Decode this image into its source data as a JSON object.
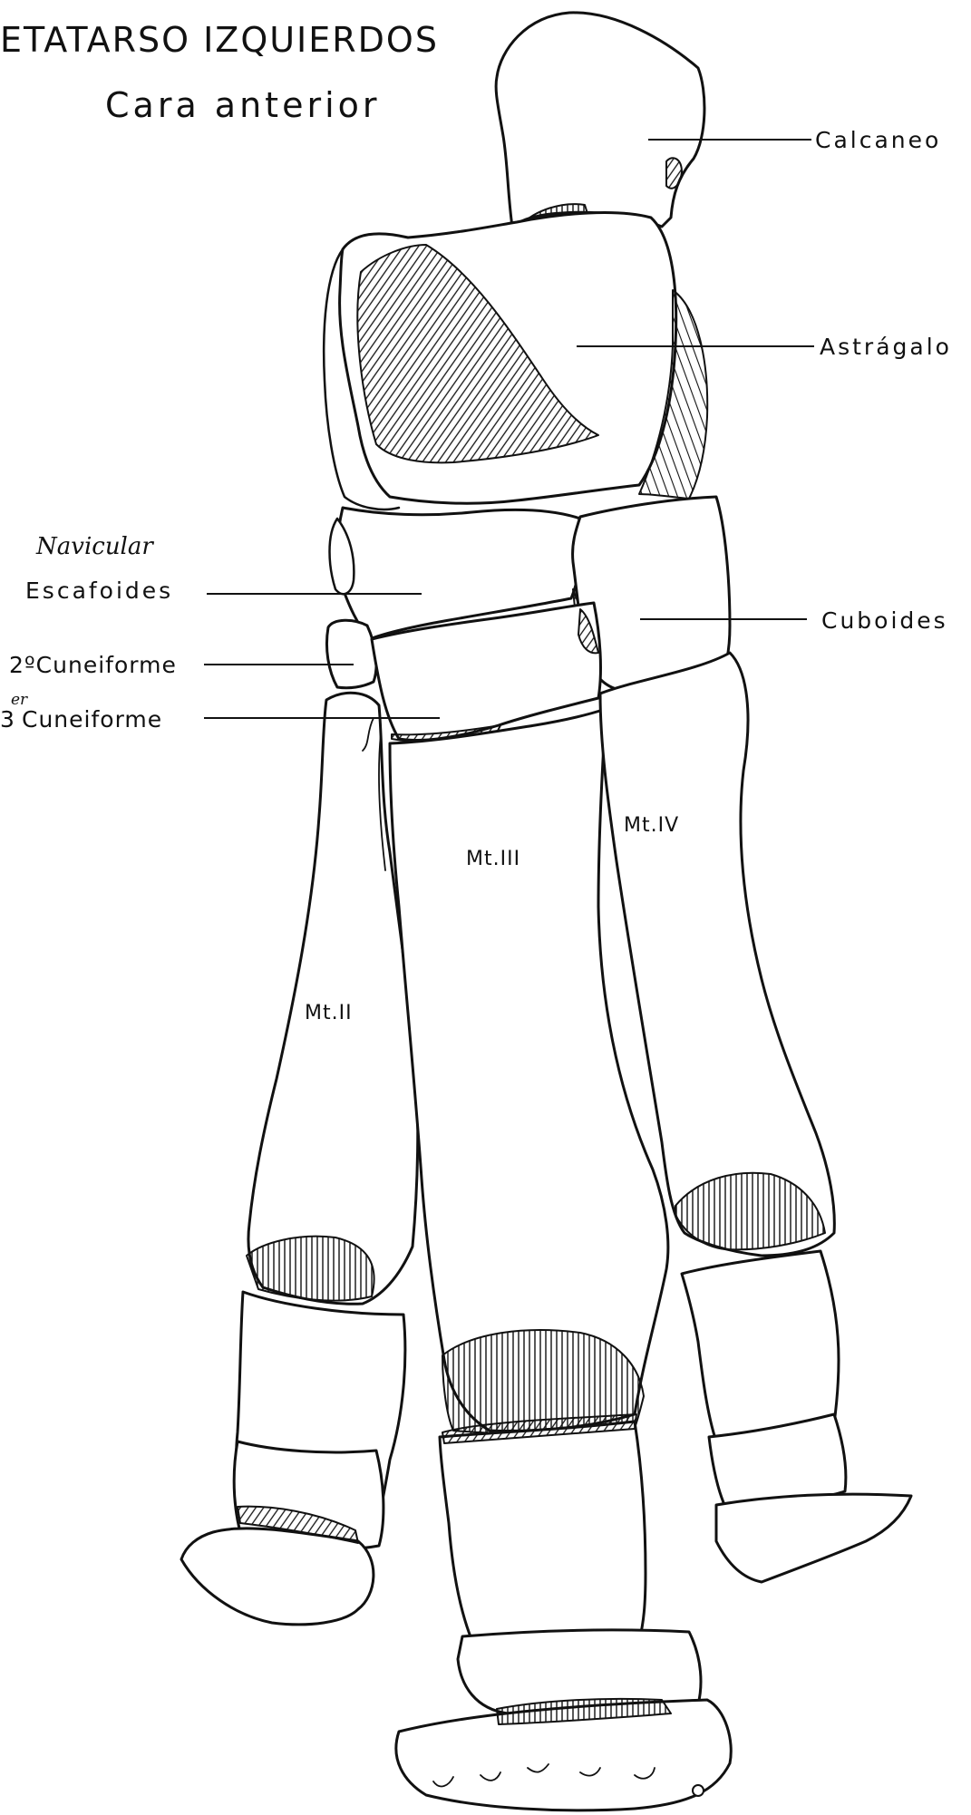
{
  "figure": {
    "title_line1": "ETATARSO IZQUIERDOS",
    "title_line2": "Cara anterior"
  },
  "labels": {
    "calcaneo": "Calcaneo",
    "astragalo": "Astrágalo",
    "navicular_handwritten": "Navicular",
    "escafoides": "Escafoides",
    "cuboides": "Cuboides",
    "cuneiforme_2": "2ºCuneiforme",
    "cuneiforme_3_number": "3",
    "cuneiforme_3_superscript": "er",
    "cuneiforme_3_word": "Cuneiforme"
  },
  "metatarsals": {
    "mt_2": "Mt.II",
    "mt_3": "Mt.III",
    "mt_4": "Mt.IV"
  },
  "colors": {
    "ink": "#111111",
    "paper": "#ffffff"
  }
}
